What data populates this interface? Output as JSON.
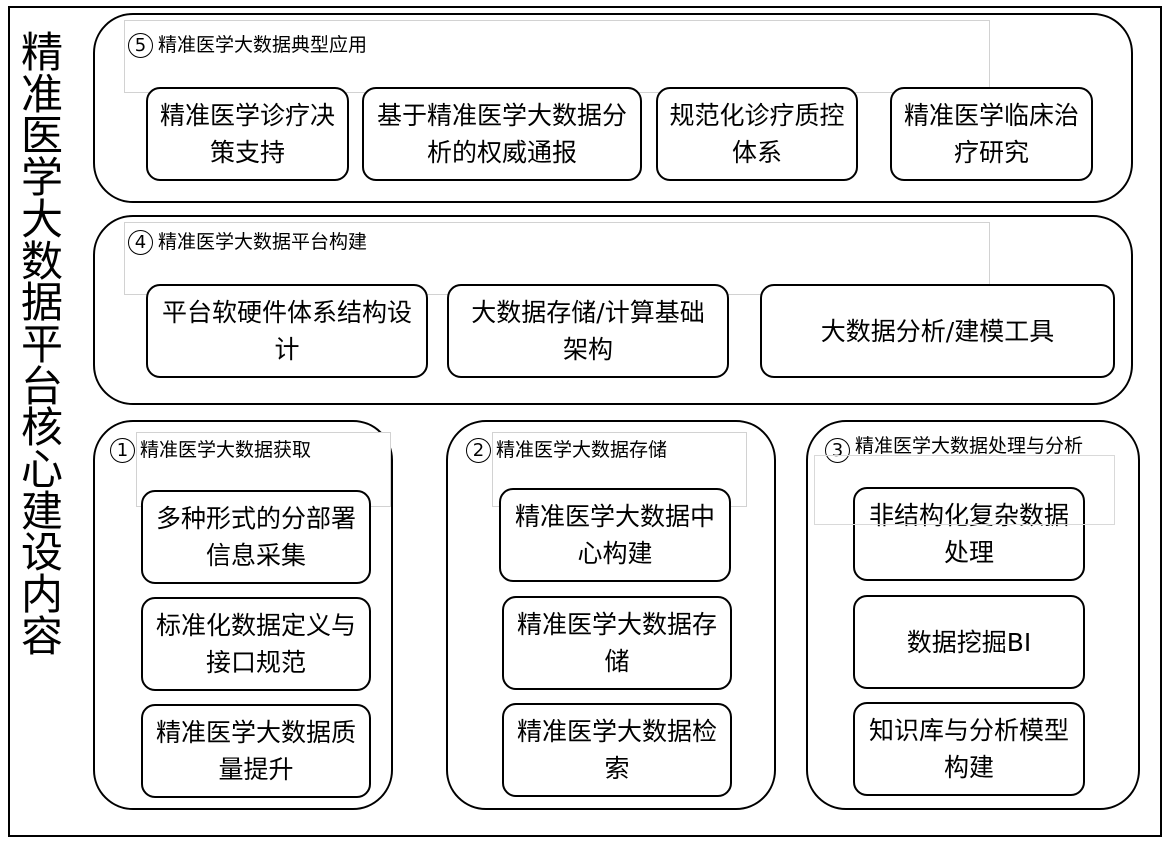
{
  "side_title": "精准医学大数据平台核心建设内容",
  "groups": {
    "g5": {
      "number": "5",
      "title": "精准医学大数据典型应用",
      "items": [
        "精准医学诊疗决策支持",
        "基于精准医学大数据分析的权威通报",
        "规范化诊疗质控体系",
        "精准医学临床治疗研究"
      ]
    },
    "g4": {
      "number": "4",
      "title": "精准医学大数据平台构建",
      "items": [
        "平台软硬件体系结构设计",
        "大数据存储/计算基础架构",
        "大数据分析/建模工具"
      ]
    },
    "g1": {
      "number": "1",
      "title": "精准医学大数据获取",
      "items": [
        "多种形式的分部署信息采集",
        "标准化数据定义与接口规范",
        "精准医学大数据质量提升"
      ]
    },
    "g2": {
      "number": "2",
      "title": "精准医学大数据存储",
      "items": [
        "精准医学大数据中心构建",
        "精准医学大数据存储",
        "精准医学大数据检索"
      ]
    },
    "g3": {
      "number": "3",
      "title": "精准医学大数据处理与分析",
      "items": [
        "非结构化复杂数据处理",
        "数据挖掘BI",
        "知识库与分析模型构建"
      ]
    }
  }
}
